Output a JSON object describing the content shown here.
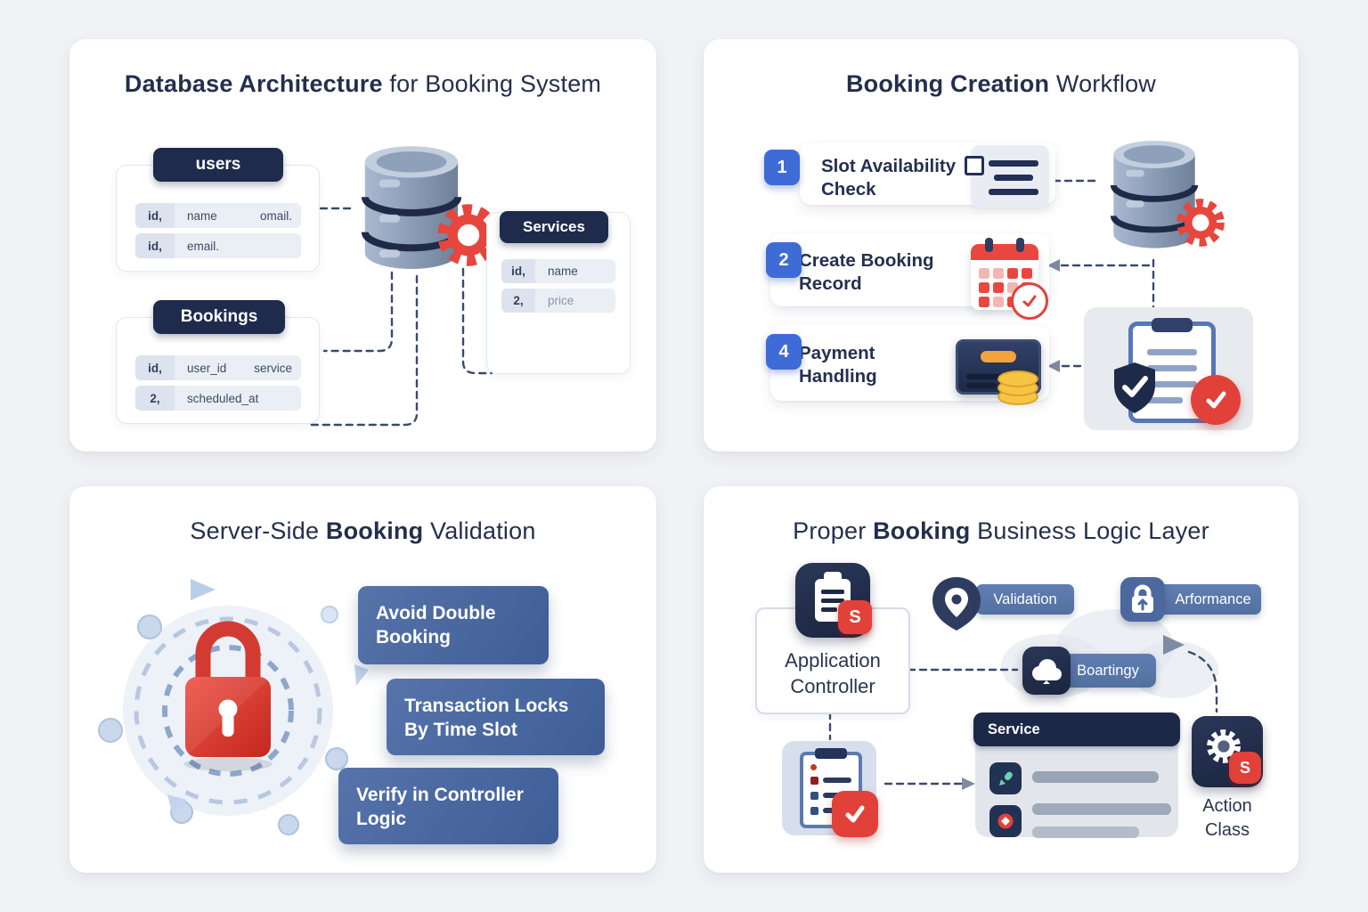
{
  "colors": {
    "accent_red": "#e2413a",
    "navy": "#1f2b4d",
    "step_blue": "#3e6bd6",
    "box_blue_start": "#5674aa",
    "box_blue_end": "#3f5d97",
    "badge_blue": "#5d7bb0",
    "page_bg": "#f0f2f5"
  },
  "panel_db": {
    "title_bold": "Database Architecture",
    "title_post": " for Booking System",
    "users": {
      "label": "users",
      "r1c1": "id,",
      "r1c2": "name",
      "r1c3": "omail.",
      "r2c1": "id,",
      "r2c2": "email."
    },
    "bookings": {
      "label": "Bookings",
      "r1c1": "id,",
      "r1c2": "user_id",
      "r1c3": "service",
      "r2c1": "2,",
      "r2c2": "scheduled_at"
    },
    "services": {
      "label": "Services",
      "r1c1": "id,",
      "r1c2": "name",
      "r2c1": "2,",
      "r2c2": "price"
    }
  },
  "panel_flow": {
    "title_bold": "Booking Creation",
    "title_post": " Workflow",
    "steps": [
      {
        "num": "1",
        "label": "Slot Availability Check",
        "icon": "list-icon"
      },
      {
        "num": "2",
        "label": "Create Booking Record",
        "icon": "calendar-check-icon"
      },
      {
        "num": "4",
        "label": "Payment Handling",
        "icon": "card-reader-coins-icon"
      }
    ]
  },
  "panel_valid": {
    "title_pre": "Server-Side ",
    "title_bold": "Booking",
    "title_post": " Validation",
    "boxes": [
      "Avoid Double Booking",
      "Transaction Locks By Time Slot",
      "Verify in Controller Logic"
    ]
  },
  "panel_logic": {
    "title_pre": "Proper ",
    "title_bold": "Booking",
    "title_post": " Business Logic Layer",
    "controller": "Application Controller",
    "badge_validation": "Validation",
    "badge_arformance": "Arformance",
    "badge_boartingy": "Boartingy",
    "service": "Service",
    "action": "Action Class",
    "s_badge": "S"
  }
}
